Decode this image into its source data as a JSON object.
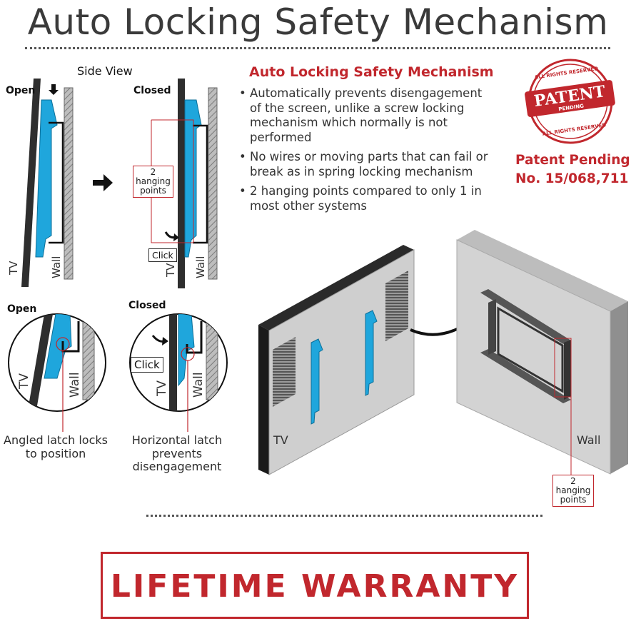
{
  "title": "Auto Locking Safety Mechanism",
  "side_view": {
    "heading": "Side View",
    "open_label": "Open",
    "closed_label": "Closed",
    "tv_label": "TV",
    "wall_label": "Wall",
    "hanging_points_lines": [
      "2",
      "hanging",
      "points"
    ],
    "click_label": "Click"
  },
  "detail_view": {
    "open_label": "Open",
    "closed_label": "Closed",
    "tv_label": "TV",
    "wall_label": "Wall",
    "click_label": "Click",
    "caption_left": [
      "Angled latch locks",
      "to position"
    ],
    "caption_right": [
      "Horizontal latch",
      "prevents",
      "disengagement"
    ]
  },
  "info": {
    "heading": "Auto Locking Safety Mechanism",
    "bullets": [
      "Automatically prevents disengagement of the screen, unlike a screw locking mechanism which normally is not performed",
      "No wires or moving parts that can fail or break as in spring locking mechanism",
      "2 hanging points compared to only 1 in most other systems"
    ]
  },
  "patent": {
    "seal_top": "ALL RIGHTS RESERVED",
    "seal_main": "PATENT",
    "seal_sub": "PENDING",
    "seal_bottom": "ALL RIGHTS RESERVED",
    "pending_label": "Patent Pending",
    "number": "No. 15/068,711"
  },
  "illustration": {
    "tv_label": "TV",
    "wall_label": "Wall",
    "hanging_points_lines": [
      "2",
      "hanging",
      "points"
    ]
  },
  "warranty": "LIFETIME WARRANTY",
  "colors": {
    "accent_red": "#c1272d",
    "bracket_blue": "#1fa6dc",
    "wall_gray": "#cfcfcf"
  }
}
